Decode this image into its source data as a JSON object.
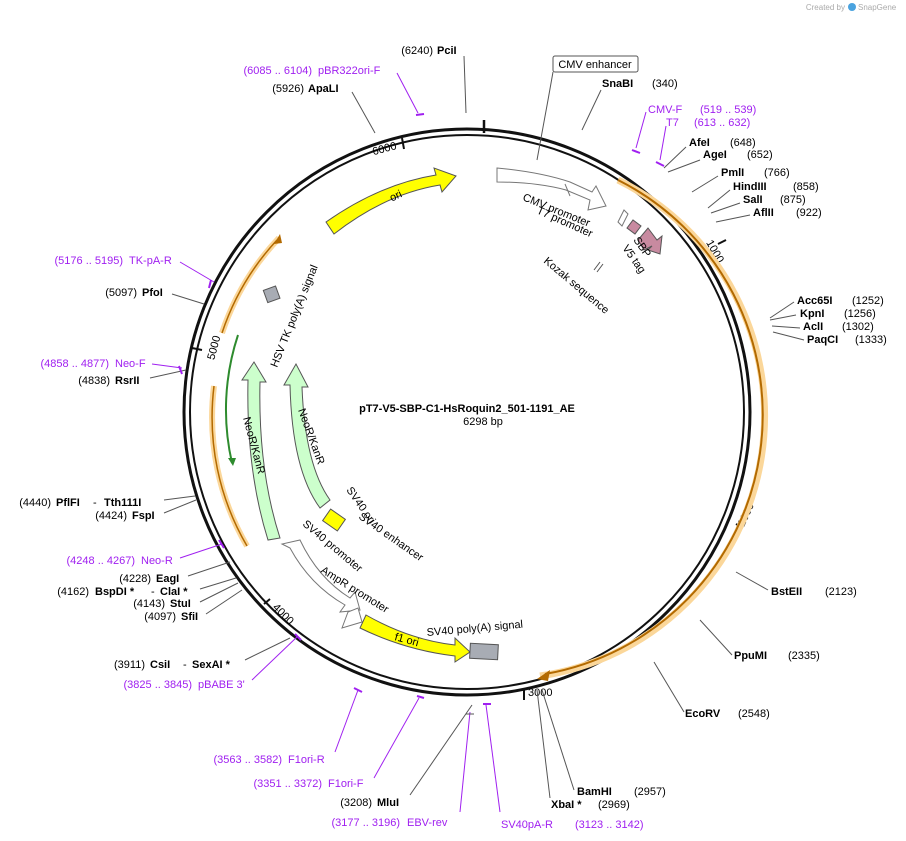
{
  "credit": {
    "text": "Created by",
    "brand": "SnapGene"
  },
  "map": {
    "name": "pT7-V5-SBP-C1-HsRoquin2_501-1191_AE",
    "length_label": "6298 bp",
    "ticks": [
      "1000",
      "2000",
      "3000",
      "4000",
      "5000",
      "6000"
    ]
  },
  "features": {
    "cmv_enhancer": "CMV enhancer",
    "cmv_promoter": "CMV promoter",
    "t7_promoter": "T7 promoter",
    "kozak": "Kozak sequence",
    "sbp": "SBP",
    "v5": "V5 tag",
    "ori": "ori",
    "hsv": "HSV TK poly(A) signal",
    "neor_outer": "NeoR/KanR",
    "neor_inner": "NeoR/KanR",
    "sv40_ori": "SV40 ori",
    "sv40_enh": "SV40 enhancer",
    "sv40_prom": "SV40 promoter",
    "ampr_prom": "AmpR promoter",
    "f1_ori": "f1 ori",
    "sv40_polya": "SV40 poly(A) signal"
  },
  "enzymes": {
    "pci": {
      "pos": "(6240)",
      "name": "PciI"
    },
    "apal": {
      "pos": "(5926)",
      "name": "ApaLI"
    },
    "snabi": {
      "name": "SnaBI",
      "pos": "(340)"
    },
    "afei": {
      "name": "AfeI",
      "pos": "(648)"
    },
    "agei": {
      "name": "AgeI",
      "pos": "(652)"
    },
    "pmli": {
      "name": "PmlI",
      "pos": "(766)"
    },
    "hindiii": {
      "name": "HindIII",
      "pos": "(858)"
    },
    "sali": {
      "name": "SalI",
      "pos": "(875)"
    },
    "aflii": {
      "name": "AflII",
      "pos": "(922)"
    },
    "acc65i": {
      "name": "Acc65I",
      "pos": "(1252)"
    },
    "kpni": {
      "name": "KpnI",
      "pos": "(1256)"
    },
    "acli": {
      "name": "AclI",
      "pos": "(1302)"
    },
    "paqci": {
      "name": "PaqCI",
      "pos": "(1333)"
    },
    "bsteii": {
      "name": "BstEII",
      "pos": "(2123)"
    },
    "ppumi": {
      "name": "PpuMI",
      "pos": "(2335)"
    },
    "ecorv": {
      "name": "EcoRV",
      "pos": "(2548)"
    },
    "bamhi": {
      "name": "BamHI",
      "pos": "(2957)"
    },
    "xbai": {
      "name": "XbaI *",
      "pos": "(2969)"
    },
    "mlui": {
      "pos": "(3208)",
      "name": "MluI"
    },
    "csii": {
      "pos": "(3911)",
      "name": "CsiI",
      "sep": "-",
      "name2": "SexAI *"
    },
    "sfii": {
      "pos": "(4097)",
      "name": "SfiI"
    },
    "stui": {
      "pos": "(4143)",
      "name": "StuI"
    },
    "bspdi": {
      "pos": "(4162)",
      "name": "BspDI *",
      "sep": "-",
      "name2": "ClaI *"
    },
    "eagi": {
      "pos": "(4228)",
      "name": "EagI"
    },
    "fspi": {
      "pos": "(4424)",
      "name": "FspI"
    },
    "pflfi": {
      "pos": "(4440)",
      "name": "PflFI",
      "sep": "-",
      "name2": "Tth111I"
    },
    "rsrii": {
      "pos": "(4838)",
      "name": "RsrII"
    },
    "pfoi": {
      "pos": "(5097)",
      "name": "PfoI"
    }
  },
  "primers": {
    "pbr322": {
      "pos": "(6085 .. 6104)",
      "name": "pBR322ori-F"
    },
    "cmvf": {
      "name": "CMV-F",
      "pos": "(519 .. 539)"
    },
    "t7": {
      "name": "T7",
      "pos": "(613 .. 632)"
    },
    "tkpa": {
      "pos": "(5176 .. 5195)",
      "name": "TK-pA-R"
    },
    "neof": {
      "pos": "(4858 .. 4877)",
      "name": "Neo-F"
    },
    "neor": {
      "pos": "(4248 .. 4267)",
      "name": "Neo-R"
    },
    "pbabe": {
      "pos": "(3825 .. 3845)",
      "name": "pBABE 3'"
    },
    "f1orir": {
      "pos": "(3563 .. 3582)",
      "name": "F1ori-R"
    },
    "f1orif": {
      "pos": "(3351 .. 3372)",
      "name": "F1ori-F"
    },
    "ebv": {
      "pos": "(3177 .. 3196)",
      "name": "EBV-rev"
    },
    "sv40pa": {
      "name": "SV40pA-R",
      "pos": "(3123 .. 3142)"
    }
  },
  "colors": {
    "backbone": "#111111",
    "orange": "#f5a623",
    "orange_glow": "#fbd79a",
    "yellow": "#ffff00",
    "green": "#ccffcc",
    "green_dark": "#2e8b2e",
    "gray": "#a8acb4",
    "mauve": "#c88aa0",
    "primer": "#a020f0"
  }
}
